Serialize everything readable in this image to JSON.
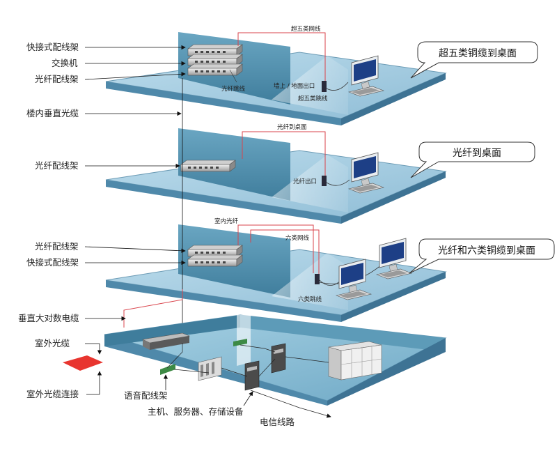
{
  "left_labels": {
    "l1": "快接式配线架",
    "l2": "交换机",
    "l3": "光纤配线架",
    "l4": "楼内垂直光缆",
    "l5": "光纤配线架",
    "l6": "光纤配线架",
    "l7": "快接式配线架",
    "l8": "垂直大对数电缆",
    "l9": "室外光缆",
    "l10": "室外光缆连接"
  },
  "floor1": {
    "cable_label": "超五类网线",
    "patch_label": "光纤跳线",
    "outlet_label": "墙上 / 地面出口",
    "cord_label": "超五类跳线",
    "callout": "超五类铜缆到桌面"
  },
  "floor2": {
    "cable_label": "光纤到桌面",
    "outlet_label": "光纤出口",
    "callout": "光纤到桌面"
  },
  "floor3": {
    "fiber_label": "室内光纤",
    "cable_label": "六类网线",
    "cord_label": "六类跳线",
    "callout": "光纤和六类铜缆到桌面"
  },
  "basement": {
    "voice_label": "语音配线架",
    "hosts_label": "主机、服务器、存储设备",
    "telecom_label": "电信线路"
  },
  "icons": [
    "patch-panel-icon",
    "switch-icon",
    "computer-monitor-icon",
    "server-icon",
    "storage-cabinet-icon",
    "wall-outlet-icon"
  ],
  "colors": {
    "floor_top": "#a9cde0",
    "floor_side": "#4f89aa",
    "wall": "#4d8eab",
    "cable_red": "#d9434b",
    "outside_connection": "#e8352f"
  }
}
